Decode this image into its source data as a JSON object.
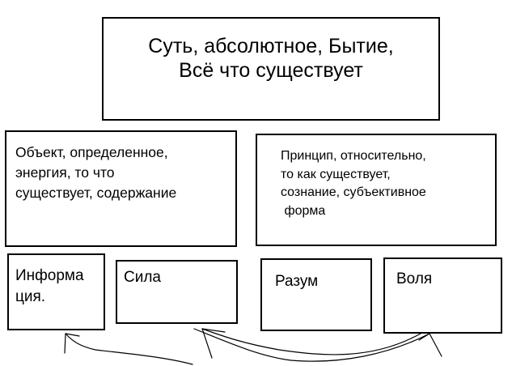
{
  "colors": {
    "stroke": "#000000",
    "background": "#ffffff"
  },
  "diagram": {
    "top": {
      "line1": "Суть, абсолютное, Бытие,",
      "line2": "Всё что существует"
    },
    "left": {
      "lines": [
        "Объект, определенное,",
        "энергия, то что",
        "существует, содержание"
      ]
    },
    "right": {
      "lines": [
        "Принцип, относительно,",
        "то как существует,",
        "сознание, субъективное",
        " форма"
      ]
    },
    "bottom": [
      {
        "lines": [
          "Информа",
          "ция."
        ]
      },
      {
        "lines": [
          "Сила"
        ]
      },
      {
        "lines": [
          "Разум"
        ]
      },
      {
        "lines": [
          "Воля"
        ]
      }
    ]
  }
}
